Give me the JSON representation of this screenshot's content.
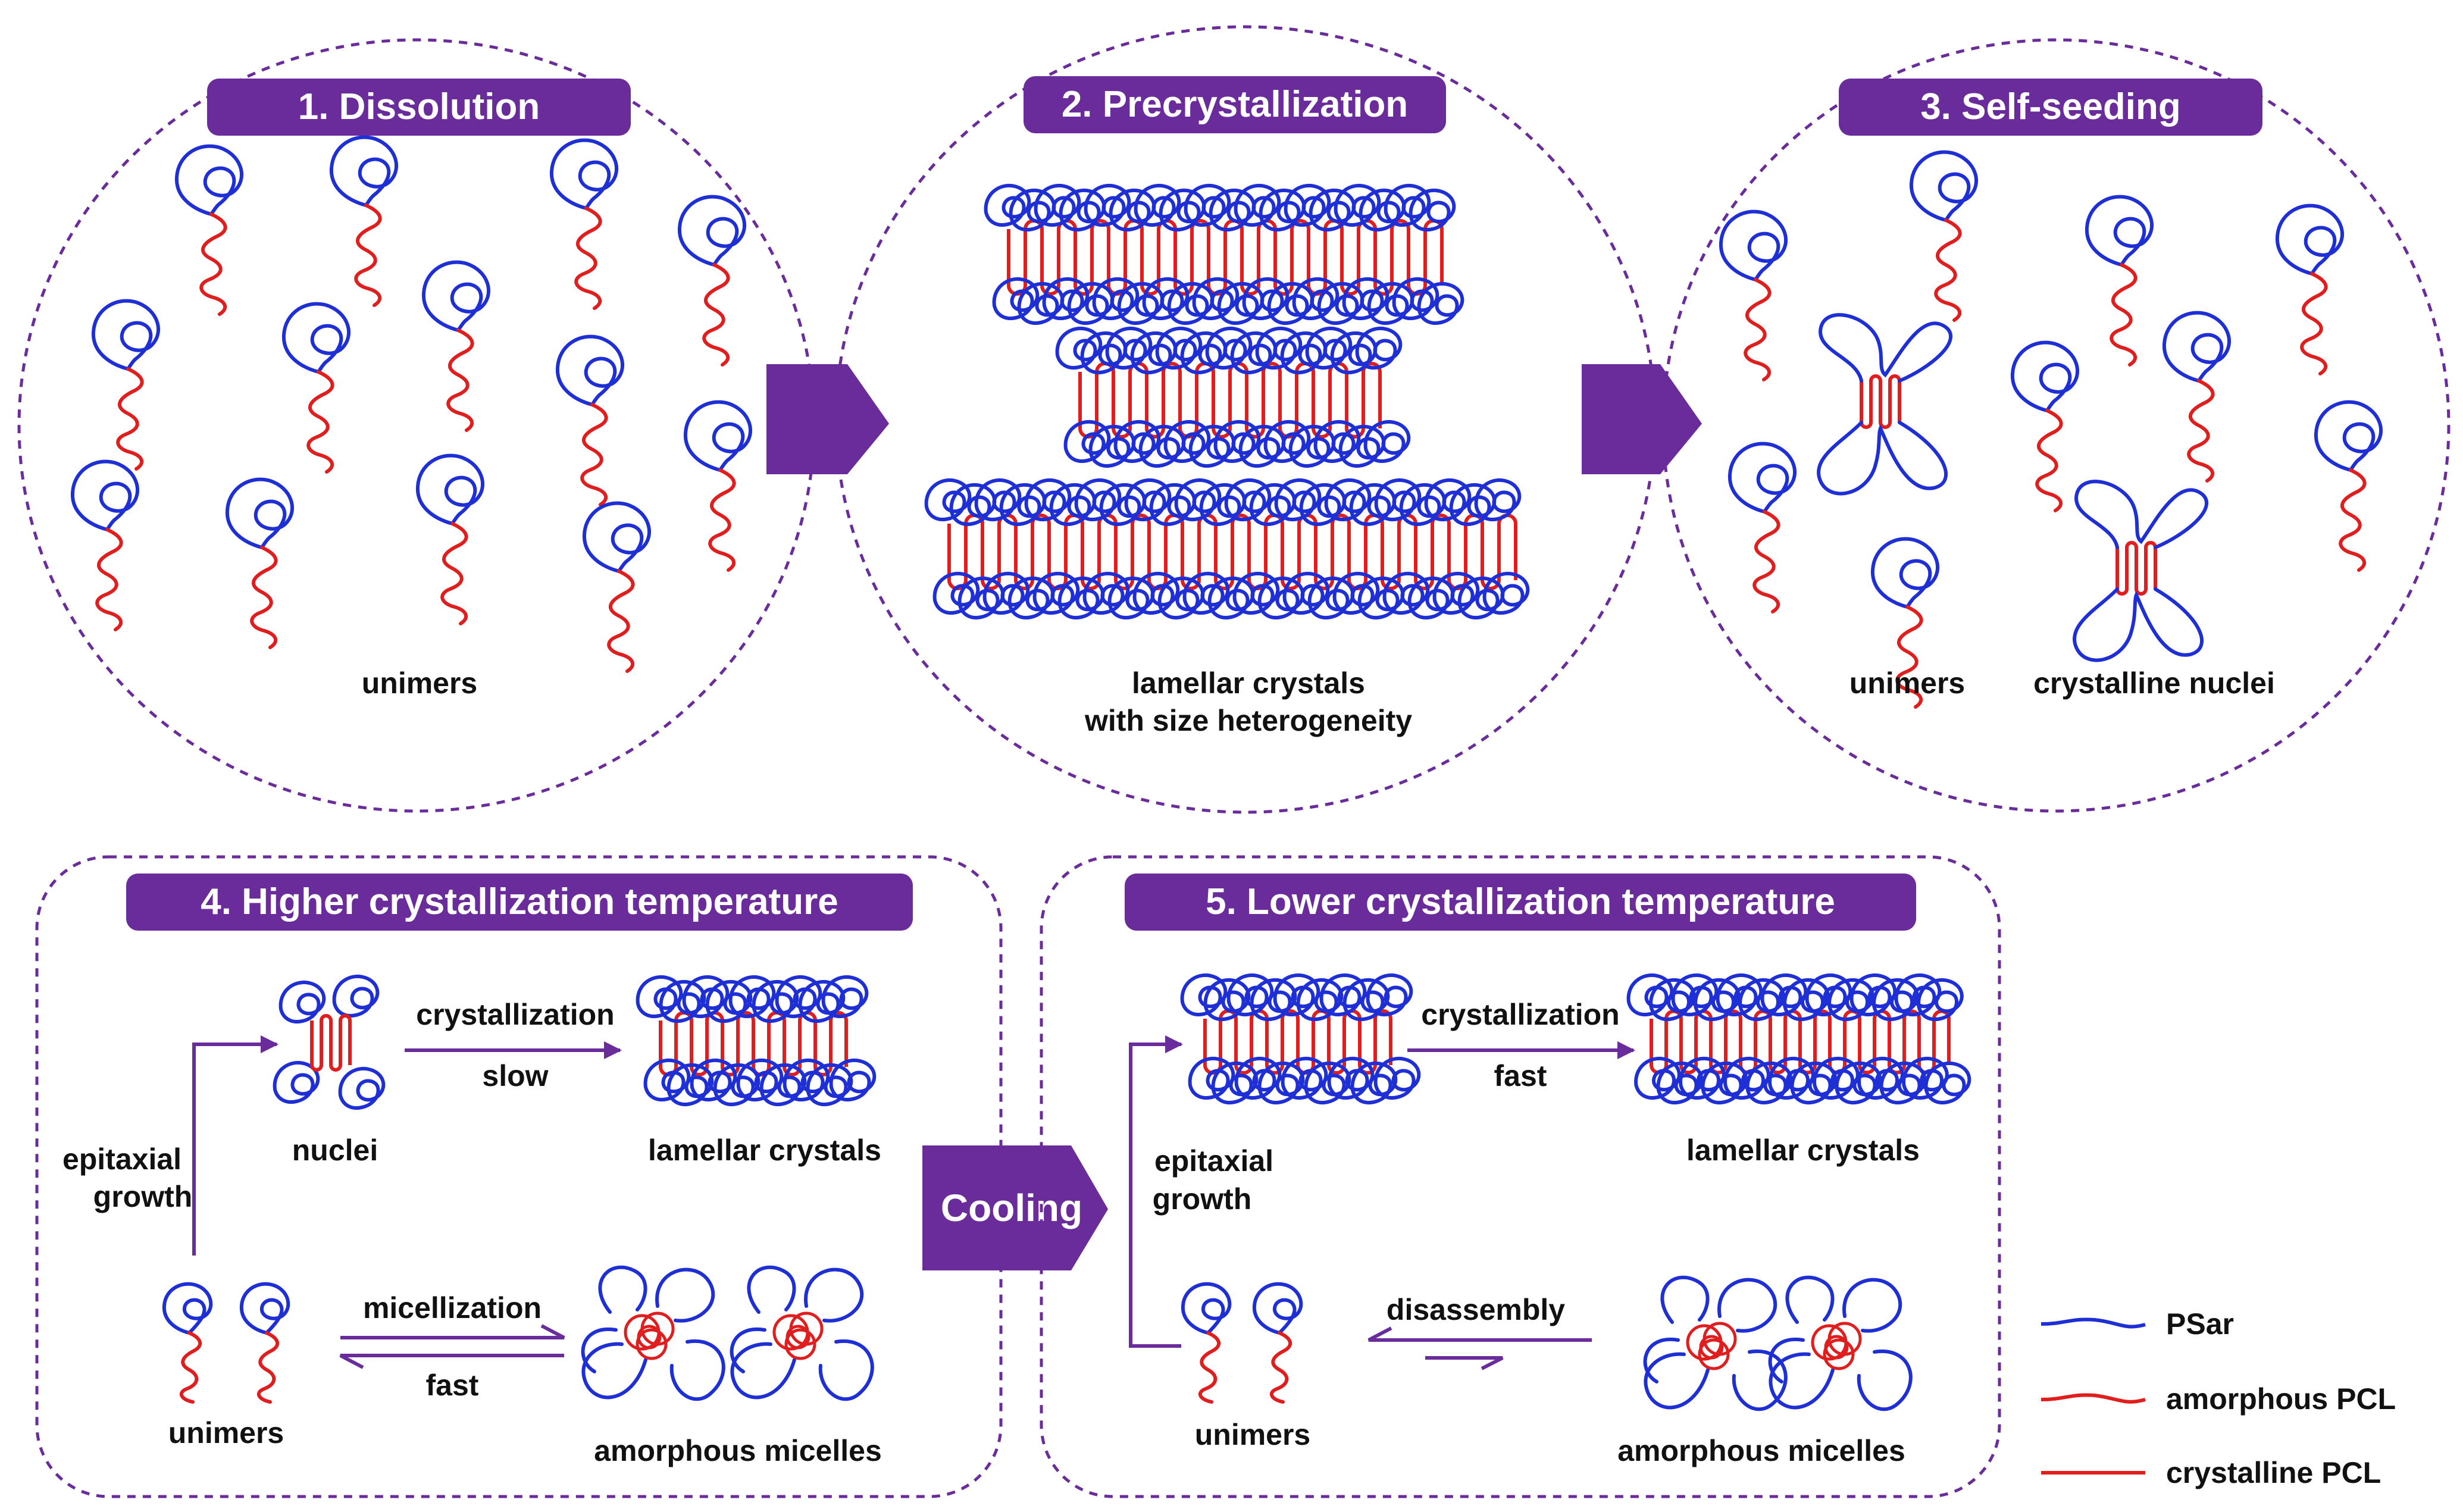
{
  "colors": {
    "accent": "#6a2c9a",
    "psar": "#1f2fd6",
    "pcl": "#e01e1e",
    "panel_border": "#6a2c9a",
    "text": "#111111"
  },
  "panels": {
    "dissolution": {
      "title": "1. Dissolution",
      "label": "unimers"
    },
    "precrystallization": {
      "title": "2. Precrystallization",
      "label_line1": "lamellar crystals",
      "label_line2": "with size heterogeneity"
    },
    "self_seeding": {
      "title": "3. Self-seeding",
      "label_unimers": "unimers",
      "label_nuclei": "crystalline nuclei"
    },
    "higher": {
      "title": "4. Higher crystallization temperature",
      "nuclei": "nuclei",
      "crystallization": "crystallization",
      "slow": "slow",
      "lamellar": "lamellar crystals",
      "epitaxial": "epitaxial",
      "growth": "growth",
      "unimers": "unimers",
      "micellization": "micellization",
      "fast": "fast",
      "micelles": "amorphous micelles"
    },
    "lower": {
      "title": "5. Lower crystallization temperature",
      "crystallization": "crystallization",
      "fast": "fast",
      "lamellar": "lamellar crystals",
      "epitaxial": "epitaxial",
      "growth": "growth",
      "unimers": "unimers",
      "disassembly": "disassembly",
      "micelles": "amorphous micelles"
    }
  },
  "cooling": "Cooling",
  "legend": {
    "items": [
      {
        "label": "PSar",
        "color": "#1f2fd6",
        "style": "coil"
      },
      {
        "label": "amorphous PCL",
        "color": "#e01e1e",
        "style": "wave"
      },
      {
        "label": "crystalline PCL",
        "color": "#e01e1e",
        "style": "straight"
      }
    ]
  }
}
